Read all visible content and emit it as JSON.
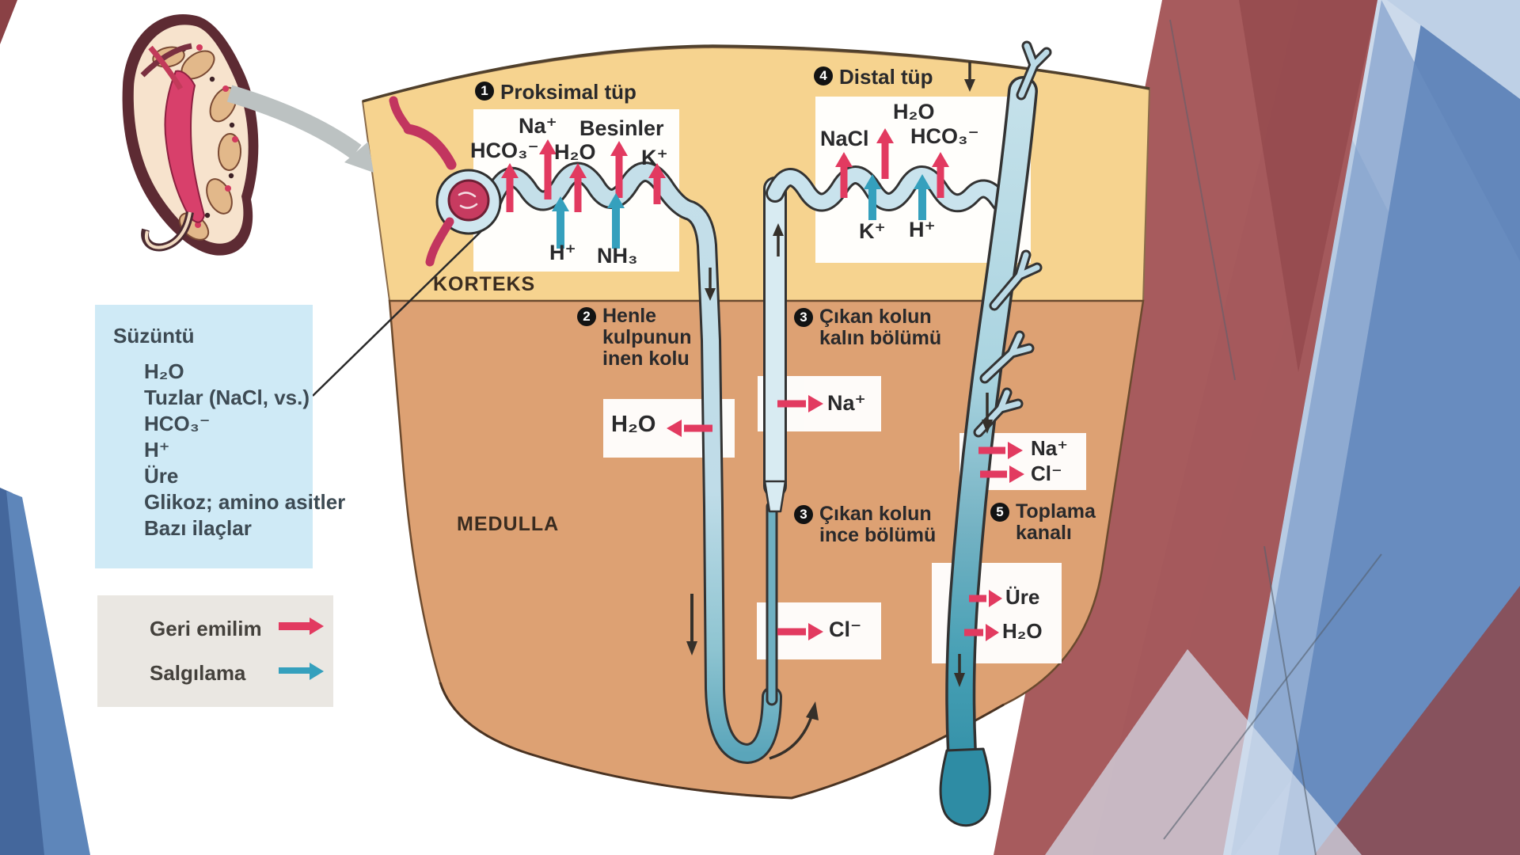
{
  "colors": {
    "reabsorption": "#e23a60",
    "secretion": "#35a0bd",
    "cortex": "#f6d38f",
    "medulla": "#dda173",
    "filtrate_box": "#cfeaf6",
    "legend_box": "#eae7e2"
  },
  "regions": {
    "cortex": "KORTEKS",
    "medulla": "MEDULLA"
  },
  "filtrate": {
    "title": "Süzüntü",
    "items": [
      "H₂O",
      "Tuzlar (NaCl, vs.)",
      "HCO₃⁻",
      "H⁺",
      "Üre",
      "Glikoz; amino asitler",
      "Bazı ilaçlar"
    ]
  },
  "legend": {
    "reabsorption": "Geri emilim",
    "secretion": "Salgılama"
  },
  "proximal": {
    "num": "1",
    "title": "Proksimal tüp",
    "na": "Na⁺",
    "besinler": "Besinler",
    "hco3": "HCO₃⁻",
    "h2o": "H₂O",
    "k": "K⁺",
    "h": "H⁺",
    "nh3": "NH₃"
  },
  "henle": {
    "num": "2",
    "line1": "Henle",
    "line2": "kulpunun",
    "line3": "inen kolu",
    "h2o": "H₂O"
  },
  "thick_asc": {
    "num": "3",
    "line1": "Çıkan kolun",
    "line2": "kalın bölümü",
    "na": "Na⁺"
  },
  "thin_asc": {
    "num": "3",
    "line1": "Çıkan kolun",
    "line2": "ince bölümü",
    "cl": "Cl⁻"
  },
  "distal": {
    "num": "4",
    "title": "Distal tüp",
    "h2o": "H₂O",
    "nacl": "NaCl",
    "hco3": "HCO₃⁻",
    "k": "K⁺",
    "h": "H⁺"
  },
  "collecting": {
    "num": "5",
    "line1": "Toplama",
    "line2": "kanalı",
    "na": "Na⁺",
    "cl": "Cl⁻",
    "ure": "Üre",
    "h2o": "H₂O"
  }
}
